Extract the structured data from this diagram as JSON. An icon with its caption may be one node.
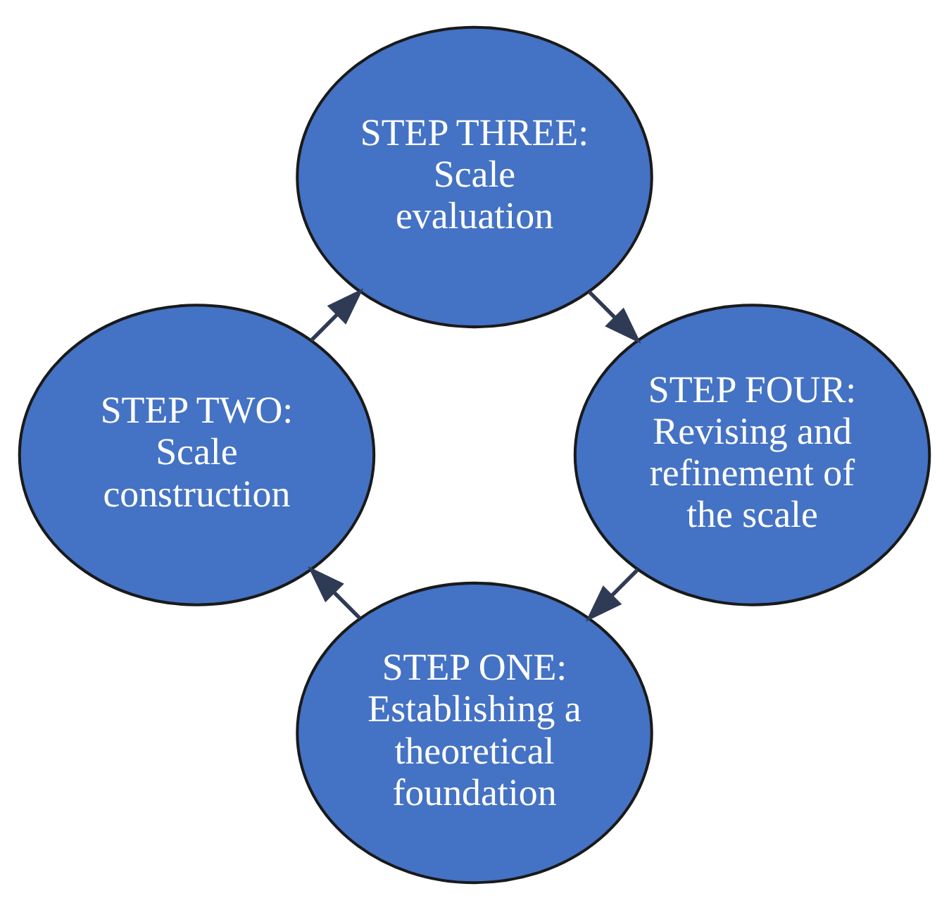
{
  "diagram": {
    "nodes": [
      {
        "text": [
          "STEP ONE: Establishing a theoretical foundation"
        ]
      },
      {
        "text": [
          "STEP TWO: Scale construction"
        ]
      },
      {
        "text": [
          "STEP THREE: Scale evaluation"
        ]
      },
      {
        "text": [
          "STEP FOUR: Revising and refinement of the scale"
        ]
      }
    ],
    "edges": [
      {
        "from": 0,
        "to": 1,
        "arrow": "to"
      },
      {
        "from": 1,
        "to": 2,
        "arrow": "to"
      },
      {
        "from": 2,
        "to": 3,
        "arrow": "to"
      },
      {
        "from": 3,
        "to": 0,
        "arrow": "to"
      }
    ]
  }
}
